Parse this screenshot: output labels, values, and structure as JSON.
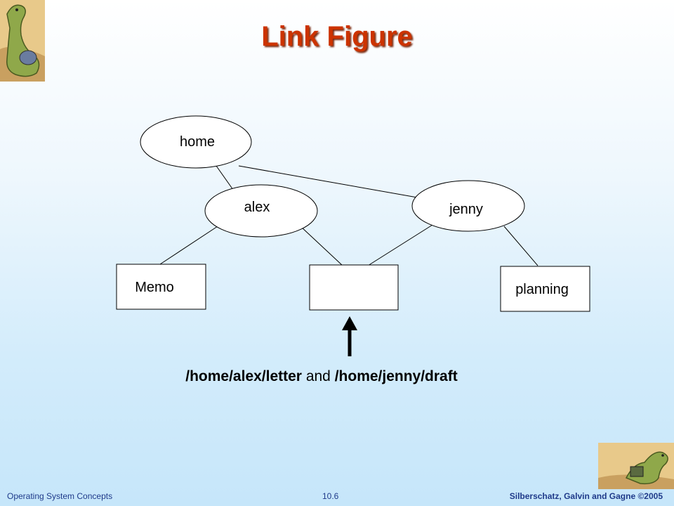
{
  "slide": {
    "title": "Link Figure",
    "diagram": {
      "nodes": {
        "home": "home",
        "alex": "alex",
        "jenny": "jenny",
        "memo": "Memo",
        "shared": "",
        "planning": "planning"
      },
      "caption": {
        "path1": "/home/alex/letter",
        "conjunction": " and ",
        "path2": "/home/jenny/draft"
      }
    },
    "footer": {
      "left": "Operating System Concepts",
      "page": "10.6",
      "right": "Silberschatz, Galvin and Gagne ©2005"
    },
    "colors": {
      "title": "#cc3300",
      "footer_text": "#1f3a8a"
    }
  }
}
